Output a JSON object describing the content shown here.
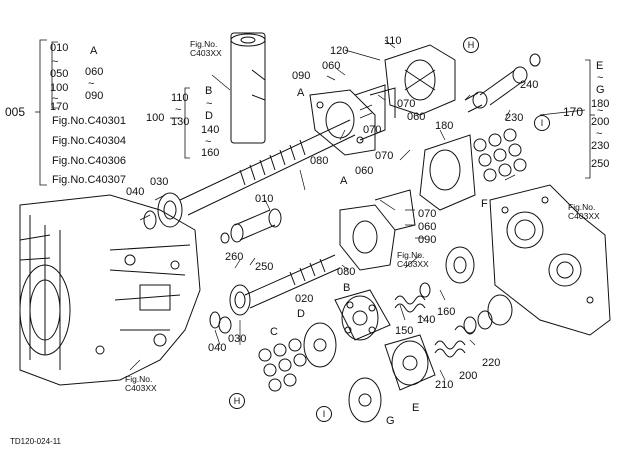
{
  "diagram": {
    "ref_code": "TD120-024-11",
    "left_block": {
      "main": "005",
      "a_group": [
        "010",
        "~",
        "050",
        "100",
        "~",
        "170"
      ],
      "a_letter": "A",
      "a_range": [
        "060",
        "~",
        "090"
      ],
      "figs": [
        "Fig.No.C40301",
        "Fig.No.C40304",
        "Fig.No.C40306",
        "Fig.No.C40307"
      ]
    },
    "left2_block": {
      "main": "100",
      "range": [
        "110",
        "~",
        "130"
      ],
      "bd": [
        "B",
        "~",
        "D"
      ],
      "range2": [
        "140",
        "~",
        "160"
      ]
    },
    "right_block": {
      "main": "170",
      "eg": [
        "E",
        "~",
        "G"
      ],
      "range": [
        "180",
        "200",
        "~",
        "230",
        "250"
      ],
      "dash_tilde": [
        "~"
      ]
    },
    "fig_refs": [
      {
        "l1": "Fig.No.",
        "l2": "C403XX"
      },
      {
        "l1": "Fig.No.",
        "l2": "C403XX"
      },
      {
        "l1": "Fig.No.",
        "l2": "C403XX"
      },
      {
        "l1": "Fig.No.",
        "l2": "C403XX"
      }
    ],
    "part_labels": [
      "110",
      "120",
      "060",
      "090",
      "070",
      "060",
      "070",
      "240",
      "230",
      "180",
      "070",
      "060",
      "070",
      "060",
      "090",
      "080",
      "010",
      "040",
      "030",
      "260",
      "250",
      "020",
      "080",
      "150",
      "140",
      "160",
      "210",
      "200",
      "220",
      "040",
      "030"
    ],
    "letters": [
      "A",
      "A",
      "B",
      "C",
      "D",
      "E",
      "F",
      "G"
    ],
    "circles": [
      "H",
      "H",
      "I",
      "I"
    ]
  }
}
